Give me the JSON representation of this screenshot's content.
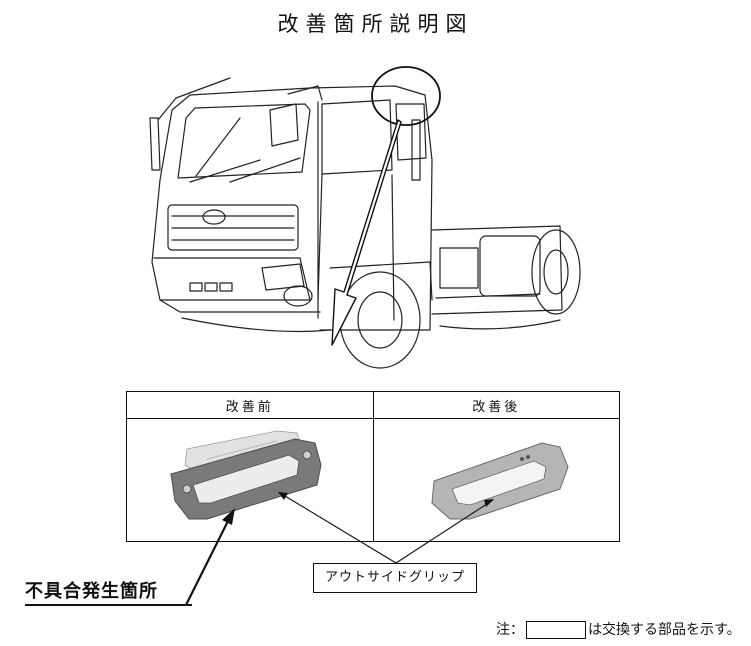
{
  "title": "改善箇所説明図",
  "table": {
    "before_label": "改善前",
    "after_label": "改善後"
  },
  "callout_label": "アウトサイドグリップ",
  "defect_label": "不具合発生箇所",
  "note": {
    "prefix": "注：",
    "suffix": "は交換する部品を示す。"
  },
  "colors": {
    "line": "#111111",
    "part_dark": "#6e6e6e",
    "part_light": "#c8c8c8"
  }
}
